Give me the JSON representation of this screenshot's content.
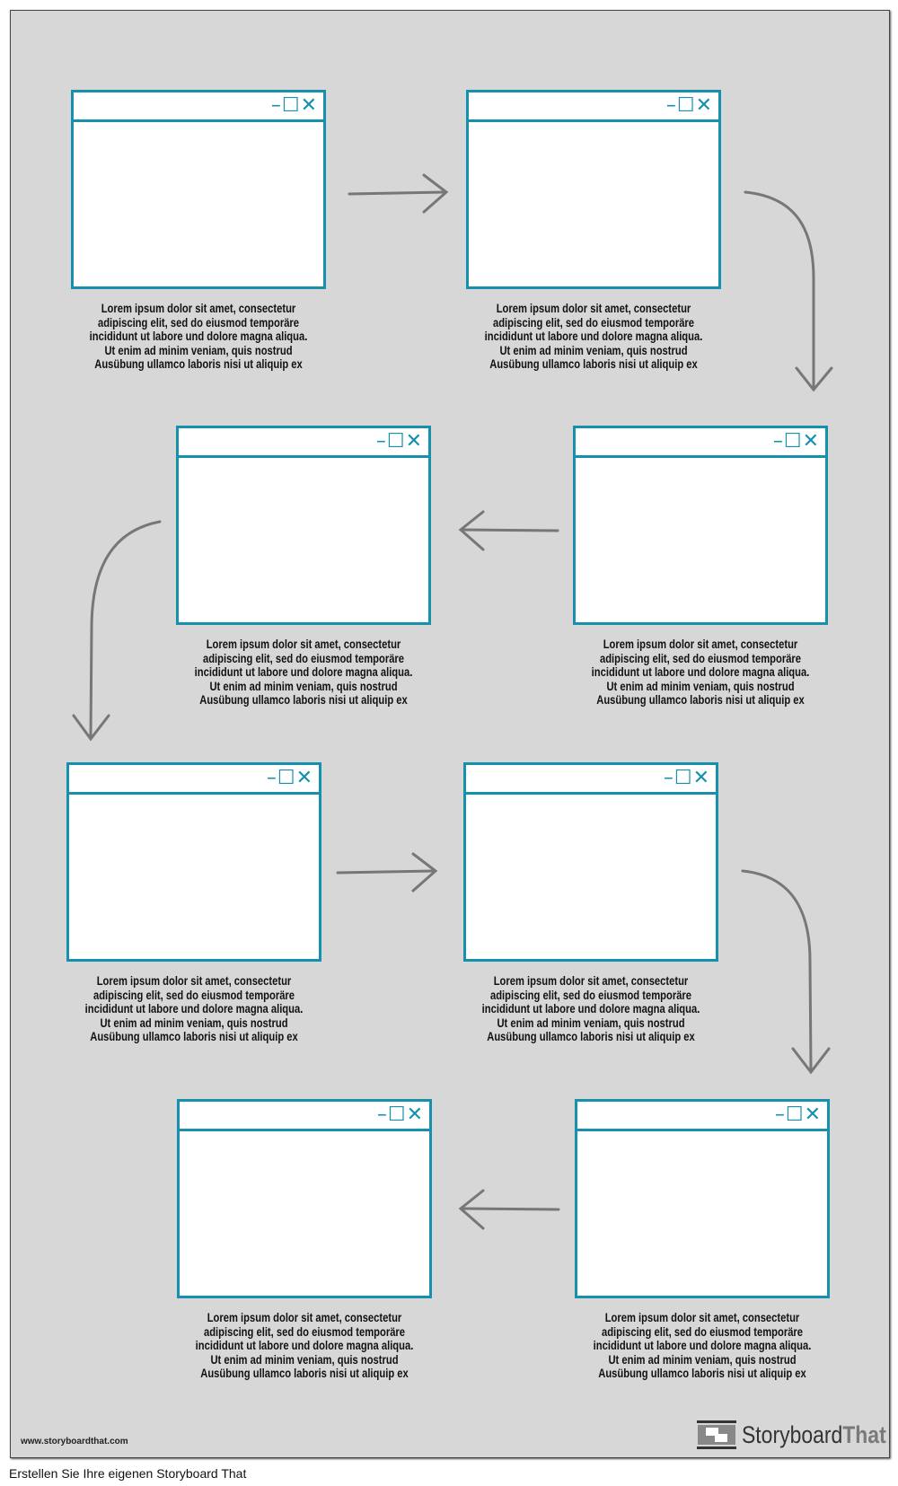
{
  "panels": [
    {
      "caption": [
        "Lorem ipsum dolor sit amet, consectetur",
        "adipiscing elit, sed do eiusmod temporäre",
        "incididunt ut labore und dolore magna aliqua.",
        "Ut enim ad minim veniam, quis nostrud",
        "Ausübung ullamco laboris nisi ut aliquip ex"
      ]
    },
    {
      "caption": [
        "Lorem ipsum dolor sit amet, consectetur",
        "adipiscing elit, sed do eiusmod temporäre",
        "incididunt ut labore und dolore magna aliqua.",
        "Ut enim ad minim veniam, quis nostrud",
        "Ausübung ullamco laboris nisi ut aliquip ex"
      ]
    },
    {
      "caption": [
        "Lorem ipsum dolor sit amet, consectetur",
        "adipiscing elit, sed do eiusmod temporäre",
        "incididunt ut labore und dolore magna aliqua.",
        "Ut enim ad minim veniam, quis nostrud",
        "Ausübung ullamco laboris nisi ut aliquip ex"
      ]
    },
    {
      "caption": [
        "Lorem ipsum dolor sit amet, consectetur",
        "adipiscing elit, sed do eiusmod temporäre",
        "incididunt ut labore und dolore magna aliqua.",
        "Ut enim ad minim veniam, quis nostrud",
        "Ausübung ullamco laboris nisi ut aliquip ex"
      ]
    },
    {
      "caption": [
        "Lorem ipsum dolor sit amet, consectetur",
        "adipiscing elit, sed do eiusmod temporäre",
        "incididunt ut labore und dolore magna aliqua.",
        "Ut enim ad minim veniam, quis nostrud",
        "Ausübung ullamco laboris nisi ut aliquip ex"
      ]
    },
    {
      "caption": [
        "Lorem ipsum dolor sit amet, consectetur",
        "adipiscing elit, sed do eiusmod temporäre",
        "incididunt ut labore und dolore magna aliqua.",
        "Ut enim ad minim veniam, quis nostrud",
        "Ausübung ullamco laboris nisi ut aliquip ex"
      ]
    },
    {
      "caption": [
        "Lorem ipsum dolor sit amet, consectetur",
        "adipiscing elit, sed do eiusmod temporäre",
        "incididunt ut labore und dolore magna aliqua.",
        "Ut enim ad minim veniam, quis nostrud",
        "Ausübung ullamco laboris nisi ut aliquip ex"
      ]
    },
    {
      "caption": [
        "Lorem ipsum dolor sit amet, consectetur",
        "adipiscing elit, sed do eiusmod temporäre",
        "incididunt ut labore und dolore magna aliqua.",
        "Ut enim ad minim veniam, quis nostrud",
        "Ausübung ullamco laboris nisi ut aliquip ex"
      ]
    }
  ],
  "window_controls": "–☐✕",
  "footer": {
    "url": "www.storyboardthat.com",
    "logo_part1": "Storyboard",
    "logo_part2": "That",
    "bottom_text": "Erstellen Sie Ihre eigenen Storyboard That"
  },
  "colors": {
    "panel_border": "#1591ad",
    "background": "#d7d7d7",
    "arrow": "#777777"
  }
}
